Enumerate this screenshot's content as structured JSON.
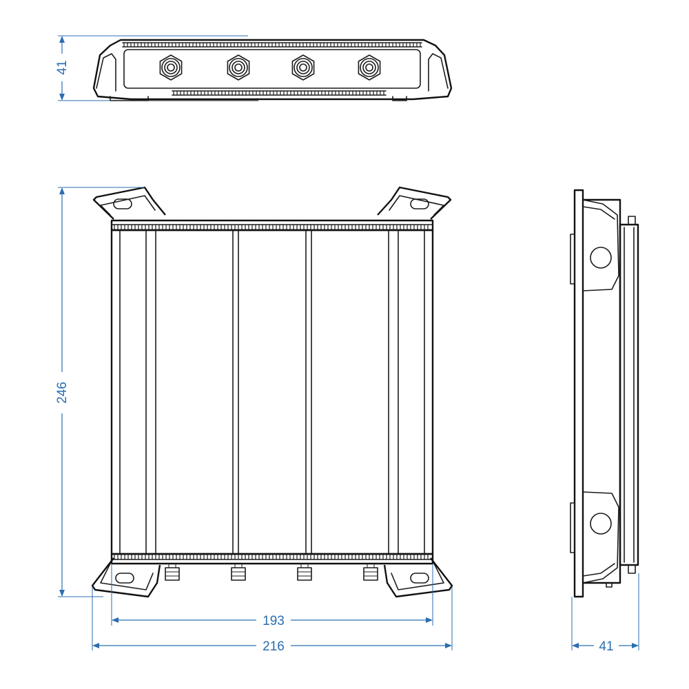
{
  "drawing": {
    "title": "",
    "colors": {
      "outline": "#1a1a1a",
      "dimension": "#2a6db0",
      "background": "#ffffff"
    },
    "views": {
      "top": {
        "connector_count": 4
      },
      "front": {
        "connector_count": 4,
        "mounting_ears": 4
      },
      "side": {
        "mounting_ears": 2
      }
    },
    "dimensions": {
      "top_height": "41",
      "front_height": "246",
      "inner_width": "193",
      "outer_width": "216",
      "side_depth": "41"
    }
  }
}
